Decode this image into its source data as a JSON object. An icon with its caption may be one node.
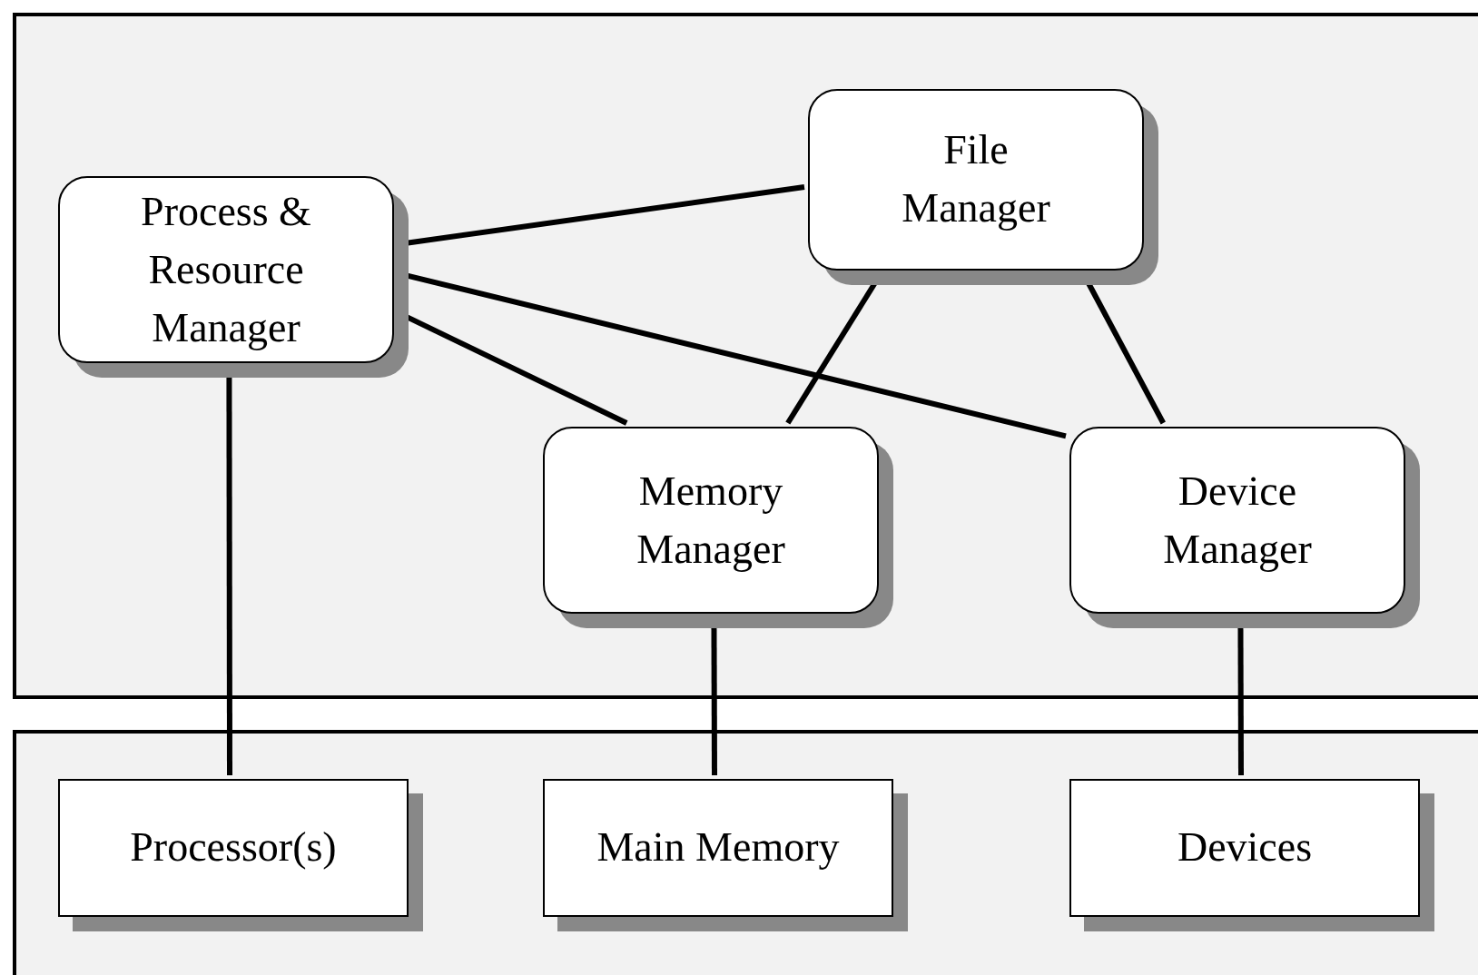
{
  "diagram": {
    "nodes": [
      {
        "text": [],
        "shape": "box"
      },
      {
        "text": [
          "Process & Resource Manager"
        ],
        "in": 0
      },
      {
        "text": [
          "File Manager"
        ],
        "in": 0
      },
      {
        "text": [
          "Memory Manager"
        ],
        "in": 0
      },
      {
        "text": [
          "Device Manager"
        ],
        "in": 0
      },
      {
        "text": [],
        "shape": "box"
      },
      {
        "text": [
          "Processor(s)"
        ],
        "in": 5
      },
      {
        "text": [
          "Main Memory"
        ],
        "in": 5
      },
      {
        "text": [
          "Devices"
        ],
        "in": 5
      }
    ],
    "edges": [
      {
        "from": 1,
        "to": 2,
        "arrow": "none"
      },
      {
        "from": 1,
        "to": 3,
        "arrow": "none"
      },
      {
        "from": 1,
        "to": 4,
        "arrow": "none"
      },
      {
        "from": 2,
        "to": 3,
        "arrow": "none"
      },
      {
        "from": 2,
        "to": 4,
        "arrow": "none"
      },
      {
        "from": 1,
        "to": 6,
        "arrow": "none"
      },
      {
        "from": 3,
        "to": 7,
        "arrow": "none"
      },
      {
        "from": 4,
        "to": 8,
        "arrow": "none"
      }
    ]
  }
}
